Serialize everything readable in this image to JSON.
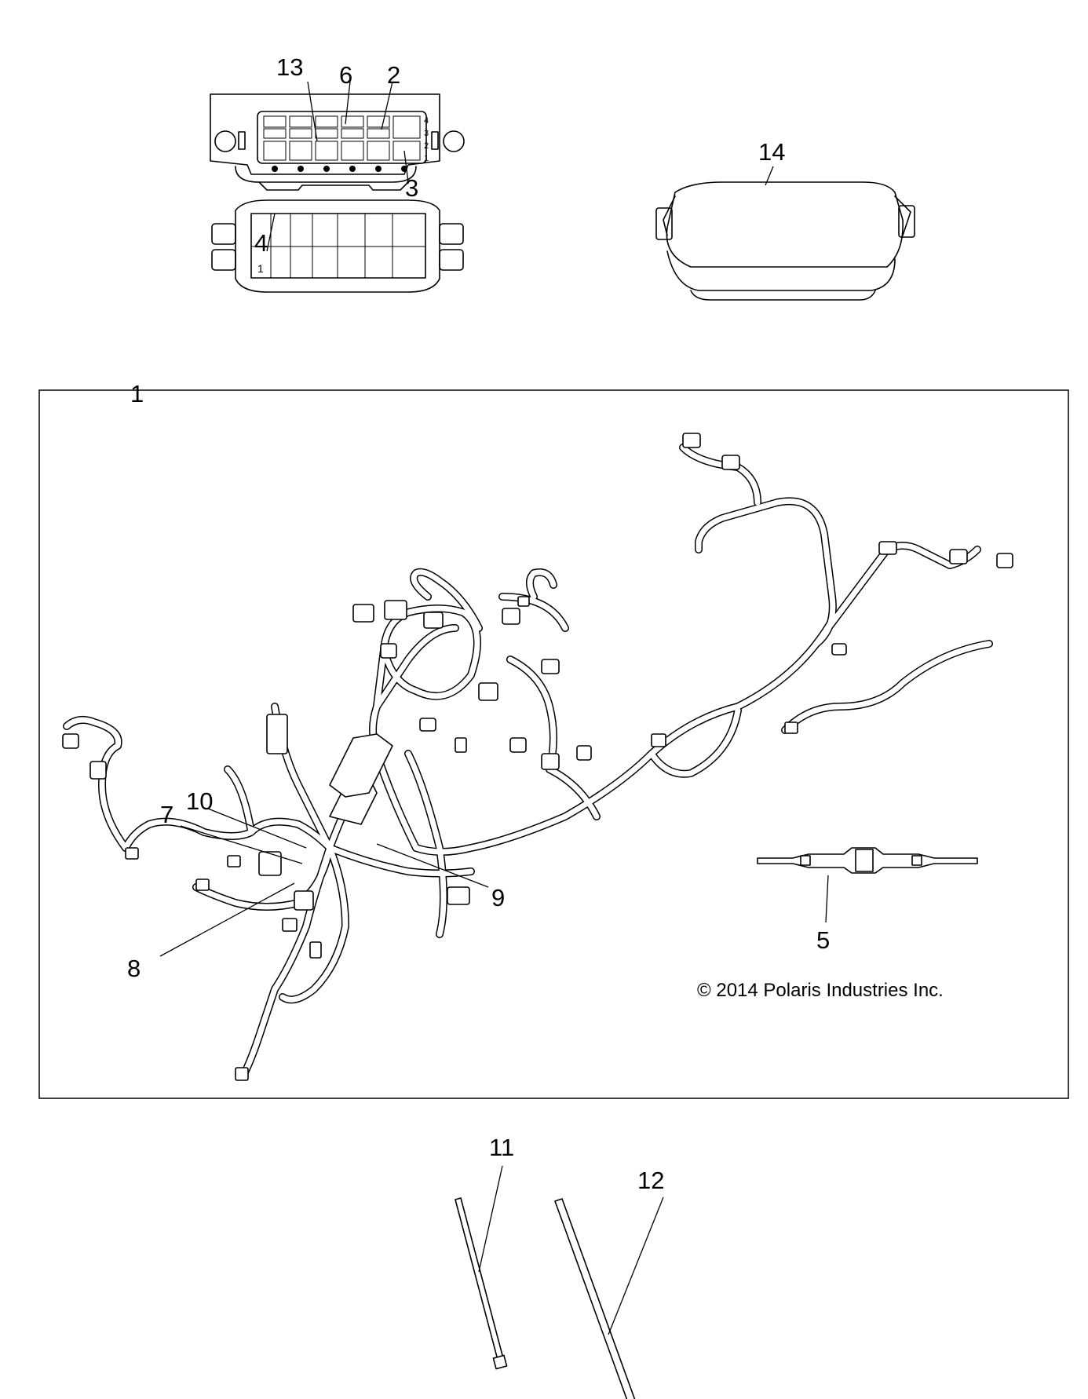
{
  "callouts": {
    "c1": "1",
    "c2": "2",
    "c3": "3",
    "c4": "4",
    "c5": "5",
    "c6": "6",
    "c7": "7",
    "c8": "8",
    "c9": "9",
    "c10": "10",
    "c11": "11",
    "c12": "12",
    "c13": "13",
    "c14": "14"
  },
  "copyright": "© 2014 Polaris Industries Inc.",
  "fuse_box_labels": {
    "row_numbers": [
      "4",
      "3",
      "2",
      "1"
    ],
    "cover_corner_number": "1"
  },
  "icons": [
    "wire-harness-icon",
    "fuse-box-icon",
    "fuse-box-cover-icon",
    "relay-icon",
    "cable-tie-icon"
  ]
}
